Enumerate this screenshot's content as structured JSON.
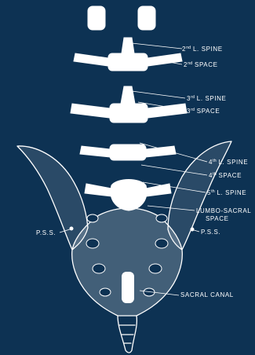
{
  "colors": {
    "background": "#0d3253",
    "ink": "#ffffff"
  },
  "labels": {
    "l2_spine": {
      "ord": "2",
      "sup": "nd",
      "rest": " L. SPINE"
    },
    "space_2": {
      "ord": "2",
      "sup": "nd",
      "rest": " SPACE"
    },
    "l3_spine": {
      "ord": "3",
      "sup": "rd",
      "rest": " L. SPINE"
    },
    "space_3": {
      "ord": "3",
      "sup": "rd",
      "rest": " SPACE"
    },
    "l4_spine": {
      "ord": "4",
      "sup": "th",
      "rest": " L. SPINE"
    },
    "space_4": {
      "ord": "4",
      "sup": "th",
      "rest": " SPACE"
    },
    "l5_spine": {
      "ord": "5",
      "sup": "th",
      "rest": " L. SPINE"
    },
    "lumbo_sacral_1": "LUMBO-SACRAL",
    "lumbo_sacral_2": "SPACE",
    "pss_left": "P.S.S.",
    "pss_right": "P.S.S.",
    "sacral_canal": "SACRAL CANAL"
  }
}
